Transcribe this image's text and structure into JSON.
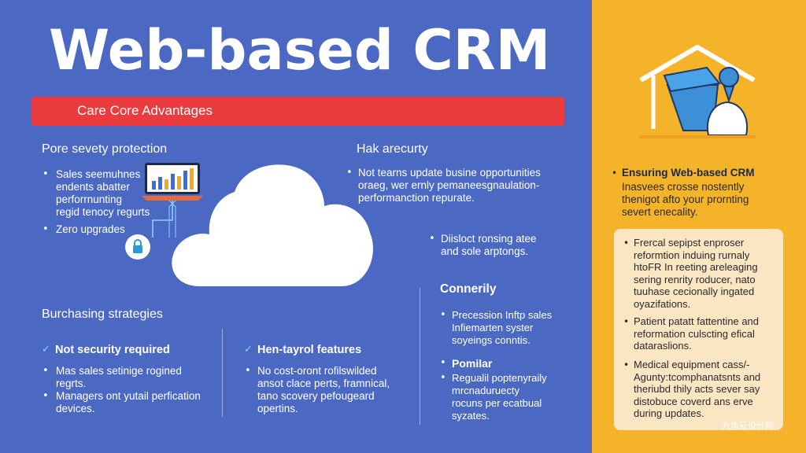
{
  "title": "Web-based CRM",
  "banner": "Care Core Advantages",
  "col1": {
    "heading": "Pore sevety protection",
    "items": [
      [
        "Sales seemuhnes",
        "endents abatter",
        "perforrnunting",
        "regid tenocy regurts"
      ],
      [
        "Zero upgrades"
      ]
    ]
  },
  "col2": {
    "heading": "Hak arecurty",
    "items": [
      [
        "Not tearns update busine opportunities",
        "oraeg, wer ernly pemaneesgnaulation-",
        "performanction repurate."
      ],
      [
        "Diisloct ronsing atee",
        "and sole arptongs."
      ]
    ]
  },
  "purchasing": {
    "heading": "Burchasing strategies",
    "sub1": {
      "label": "Not security required",
      "items": [
        [
          "Mas sales setinige rogined",
          "regrts."
        ],
        [
          "Managers ont yutail perfication",
          "devices."
        ]
      ]
    },
    "sub2": {
      "label": "Hen-tayrol features",
      "items": [
        [
          "No cost-oront rofilswilded",
          "ansot clace perts, framnical,",
          "tano scovery pefougeard",
          "opertins."
        ]
      ]
    }
  },
  "connerily": {
    "heading": "Connerily",
    "items": [
      [
        "Precession Inftp sales",
        "Infiemarten syster",
        "soyeings conntis."
      ]
    ],
    "sub": {
      "label": "Pomilar",
      "items": [
        [
          "Regualil poptenyraily",
          "mrcnaduruecty",
          "rocuns per ecatbual",
          "syzates."
        ]
      ]
    }
  },
  "side": {
    "heading": "Ensuring Web-based CRM",
    "intro": [
      "Inasvees crosse nostently",
      "thenigot afto your prornting",
      "severt enecality."
    ],
    "items": [
      [
        "Frercal sepipst enproser",
        "reformtion induing rurnaly",
        "htoFR In reeting areleaging",
        "sering renrity roducer, nato",
        "tuuhase cecionally ingated",
        "oyazifations."
      ],
      [
        "Patient patatt fattentine and",
        "reformation culscting efical",
        "dataraslions."
      ],
      [
        "Medical equipment cass/-",
        "Agunty:tcomphanatsnts and",
        "theriubd thily acts sever say",
        "distobuce coverd ans erve",
        "during updates."
      ]
    ]
  },
  "watermark": "九鱼云设计网",
  "colors": {
    "main_bg": "#4b69c3",
    "side_bg": "#f5b32a",
    "banner": "#ea3b3f",
    "panel": "#fbe6c4",
    "check": "#8fd3ff"
  }
}
